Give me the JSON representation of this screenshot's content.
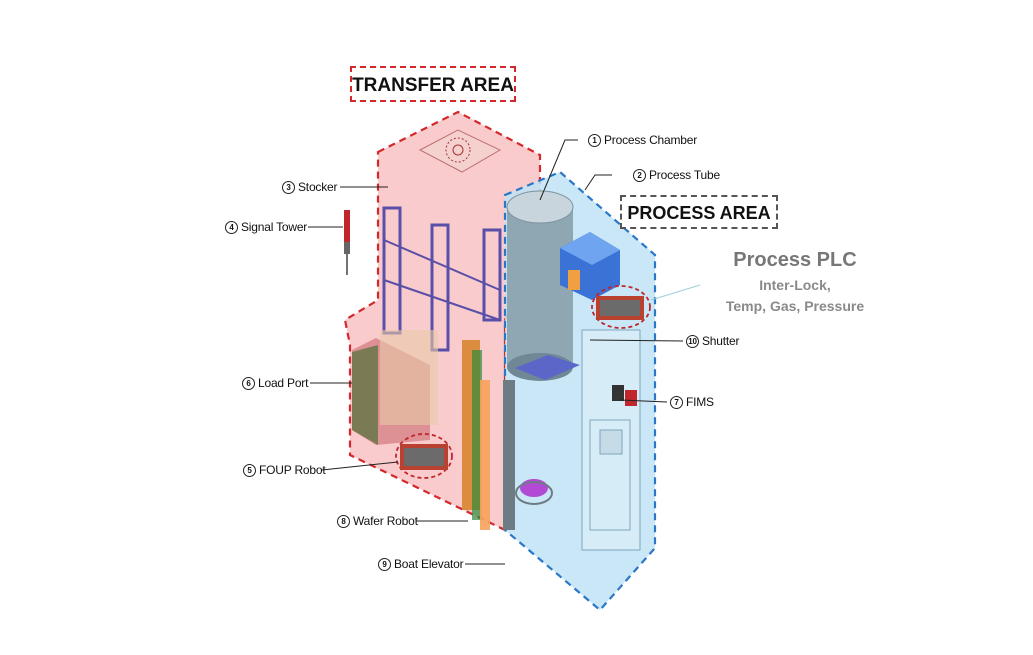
{
  "areas": {
    "transfer": "TRANSFER AREA",
    "process": "PROCESS AREA"
  },
  "plc": {
    "title": "Process PLC",
    "line1": "Inter-Lock,",
    "line2": "Temp, Gas, Pressure"
  },
  "callouts": {
    "process_chamber": {
      "num": "1",
      "label": "Process Chamber"
    },
    "process_tube": {
      "num": "2",
      "label": "Process Tube"
    },
    "stocker": {
      "num": "3",
      "label": "Stocker"
    },
    "signal_tower": {
      "num": "4",
      "label": "Signal Tower"
    },
    "foup_robot": {
      "num": "5",
      "label": "FOUP Robot"
    },
    "load_port": {
      "num": "6",
      "label": "Load Port"
    },
    "fims": {
      "num": "7",
      "label": "FIMS"
    },
    "wafer_robot": {
      "num": "8",
      "label": "Wafer Robot"
    },
    "boat_elevator": {
      "num": "9",
      "label": "Boat Elevator"
    },
    "shutter": {
      "num": "10",
      "label": "Shutter"
    }
  },
  "colors": {
    "transfer_fill": "#f7b9bb",
    "transfer_border": "#d4282b",
    "process_fill": "#bfe3f5",
    "process_border": "#2a77c8",
    "tube": "#8fa6b3",
    "plc_circle": "#c0262c"
  }
}
